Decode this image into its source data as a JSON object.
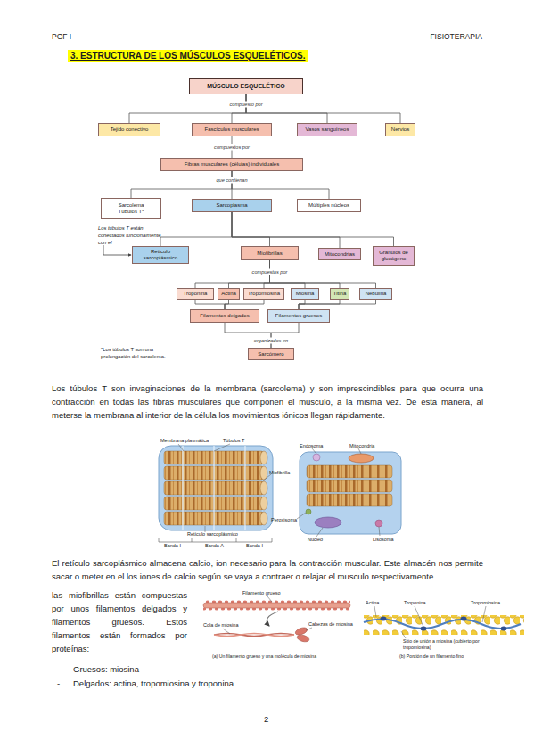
{
  "diagram": {
    "title": "3. ESTRUCTURA DE LOS MÚSCULOS ESQUELÉTICOS.",
    "nodes": [
      {
        "text": [
          "MÚSCULO ESQUELÉTICO"
        ]
      },
      {
        "text": [
          "Tejido conectivo"
        ]
      },
      {
        "text": [
          "Fascículos musculares"
        ]
      },
      {
        "text": [
          "Vasos sanguíneos"
        ]
      },
      {
        "text": [
          "Nervios"
        ]
      },
      {
        "text": [
          "Fibras musculares (células) individuales"
        ]
      },
      {
        "text": [
          "Sarcolema",
          "Túbulos T*"
        ]
      },
      {
        "text": [
          "Sarcoplasma"
        ]
      },
      {
        "text": [
          "Múltiples núcleos"
        ]
      },
      {
        "text": [
          "Retículo sarcoplásmico"
        ]
      },
      {
        "text": [
          "Miofibrillas"
        ]
      },
      {
        "text": [
          "Mitocondrias"
        ]
      },
      {
        "text": [
          "Gránulos de glucógeno"
        ]
      },
      {
        "text": [
          "Troponina"
        ]
      },
      {
        "text": [
          "Actina"
        ]
      },
      {
        "text": [
          "Tropomiosina"
        ]
      },
      {
        "text": [
          "Miosina"
        ]
      },
      {
        "text": [
          "Titina"
        ]
      },
      {
        "text": [
          "Nebulina"
        ]
      },
      {
        "text": [
          "Filamentos delgados"
        ]
      },
      {
        "text": [
          "Filamentos gruesos"
        ]
      },
      {
        "text": [
          "Sarcómero"
        ]
      }
    ],
    "edges": [
      {
        "from": 0,
        "to": 1,
        "arrow": "none"
      },
      {
        "from": 0,
        "to": 2,
        "arrow": "none",
        "label": "compuesto por"
      },
      {
        "from": 0,
        "to": 3,
        "arrow": "none"
      },
      {
        "from": 0,
        "to": 4,
        "arrow": "none"
      },
      {
        "from": 2,
        "to": 5,
        "arrow": "none",
        "label": "compuestos por"
      },
      {
        "from": 5,
        "to": 6,
        "arrow": "none"
      },
      {
        "from": 5,
        "to": 7,
        "arrow": "none",
        "label": "que contienan"
      },
      {
        "from": 5,
        "to": 8,
        "arrow": "none"
      },
      {
        "from": 7,
        "to": 9,
        "arrow": "none"
      },
      {
        "from": 7,
        "to": 10,
        "arrow": "none"
      },
      {
        "from": 7,
        "to": 11,
        "arrow": "none"
      },
      {
        "from": 7,
        "to": 12,
        "arrow": "none"
      },
      {
        "from": 10,
        "to": 13,
        "arrow": "none"
      },
      {
        "from": 10,
        "to": 14,
        "arrow": "none"
      },
      {
        "from": 10,
        "to": 15,
        "arrow": "none",
        "label": "compuestas por"
      },
      {
        "from": 10,
        "to": 16,
        "arrow": "none"
      },
      {
        "from": 10,
        "to": 17,
        "arrow": "none"
      },
      {
        "from": 10,
        "to": 18,
        "arrow": "none"
      },
      {
        "from": 13,
        "to": 19,
        "arrow": "none"
      },
      {
        "from": 14,
        "to": 19,
        "arrow": "none"
      },
      {
        "from": 15,
        "to": 19,
        "arrow": "none"
      },
      {
        "from": 16,
        "to": 20,
        "arrow": "none"
      },
      {
        "from": 17,
        "to": 20,
        "arrow": "none"
      },
      {
        "from": 18,
        "to": 20,
        "arrow": "none"
      },
      {
        "from": 19,
        "to": 21,
        "arrow": "none",
        "label": "organizados en"
      },
      {
        "from": 20,
        "to": 21,
        "arrow": "none"
      }
    ],
    "labels": [
      "PGF I",
      "FISIOTERAPIA",
      "Los túbulos T están conectados funcionalmente con el",
      "*Los túbulos T son una prolongación del sarcolema.",
      "Los túbulos T son invaginaciones de la membrana (sarcolema) y son imprescindibles para que ocurra una contracción en todas las fibras musculares que componen el musculo, a la misma vez. De esta manera, al meterse la membrana al interior de la célula los movimientos iónicos llegan rápidamente.",
      "Membrana plasmática",
      "Túbulos T",
      "Miofibrilla",
      "Retículo sarcoplásmico",
      "Banda I",
      "Banda A",
      "Banda I",
      "Endosoma",
      "Mitocondria",
      "Peroxisoma",
      "Núcleo",
      "Lisosoma",
      "El retículo sarcoplásmico almacena calcio, ion necesario para la contracción muscular. Este almacén nos permite sacar o meter en el los iones de calcio según se vaya a contraer o relajar el musculo respectivamente.",
      "las miofibrillas están compuestas por unos filamentos delgados y filamentos gruesos. Estos filamentos están formados por proteínas:",
      "-",
      "Gruesos: miosina",
      "-",
      "Delgados: actina, tropomiosina y troponina.",
      "Filamento grueso",
      "Cola de miosina",
      "Cabezas de miosina",
      "(a) Un filamento grueso y una molécula de miosina",
      "Actina",
      "Troponina",
      "Tropomiosina",
      "Sitio de unión a miosina (cubierto por tropomiosina)",
      "(b) Porción de un filamento fino",
      "2"
    ]
  }
}
